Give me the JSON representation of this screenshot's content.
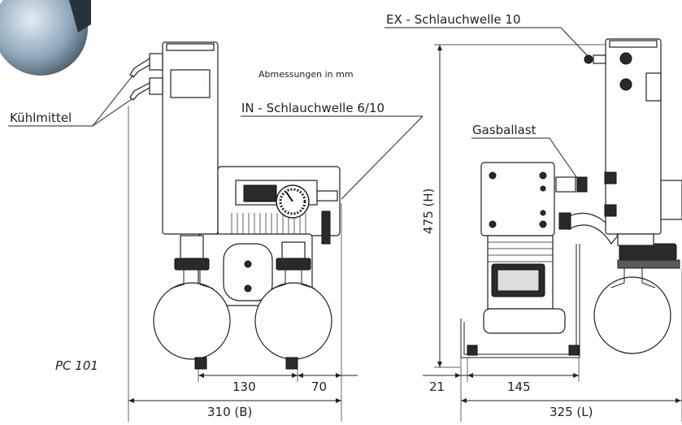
{
  "labels": {
    "coolant": "Kühlmittel",
    "dimensions_note": "Abmessungen in mm",
    "in_hose": "IN - Schlauchwelle 6/10",
    "ex_hose": "EX - Schlauchwelle 10",
    "gas_ballast": "Gasballast",
    "model": "PC 101"
  },
  "dimensions": {
    "height": "475 (H)",
    "front_inner": "130",
    "front_right": "70",
    "width": "310 (B)",
    "side_offset": "21",
    "side_inner": "145",
    "length": "325 (L)"
  }
}
